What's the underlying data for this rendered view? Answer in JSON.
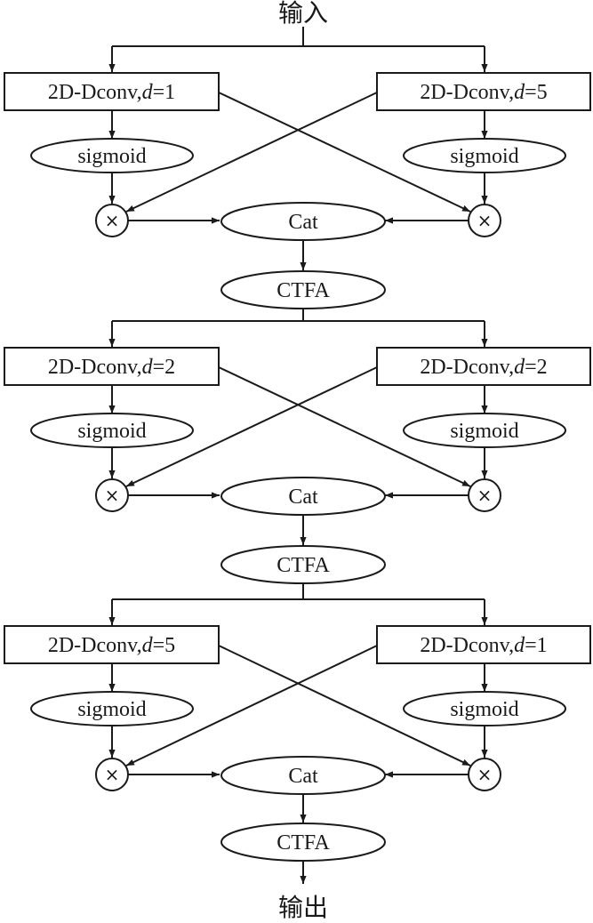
{
  "input_label": "输入",
  "output_label": "输出",
  "blocks": [
    {
      "left_conv": {
        "prefix": "2D-Dconv,",
        "var": "d",
        "eq": "=1"
      },
      "right_conv": {
        "prefix": "2D-Dconv,",
        "var": "d",
        "eq": "=5"
      },
      "sigmoid_label": "sigmoid",
      "multiply_symbol": "×",
      "concat_label": "Cat",
      "attention_label": "CTFA"
    },
    {
      "left_conv": {
        "prefix": "2D-Dconv,",
        "var": "d",
        "eq": "=2"
      },
      "right_conv": {
        "prefix": "2D-Dconv,",
        "var": "d",
        "eq": "=2"
      },
      "sigmoid_label": "sigmoid",
      "multiply_symbol": "×",
      "concat_label": "Cat",
      "attention_label": "CTFA"
    },
    {
      "left_conv": {
        "prefix": "2D-Dconv,",
        "var": "d",
        "eq": "=5"
      },
      "right_conv": {
        "prefix": "2D-Dconv,",
        "var": "d",
        "eq": "=1"
      },
      "sigmoid_label": "sigmoid",
      "multiply_symbol": "×",
      "concat_label": "Cat",
      "attention_label": "CTFA"
    }
  ]
}
